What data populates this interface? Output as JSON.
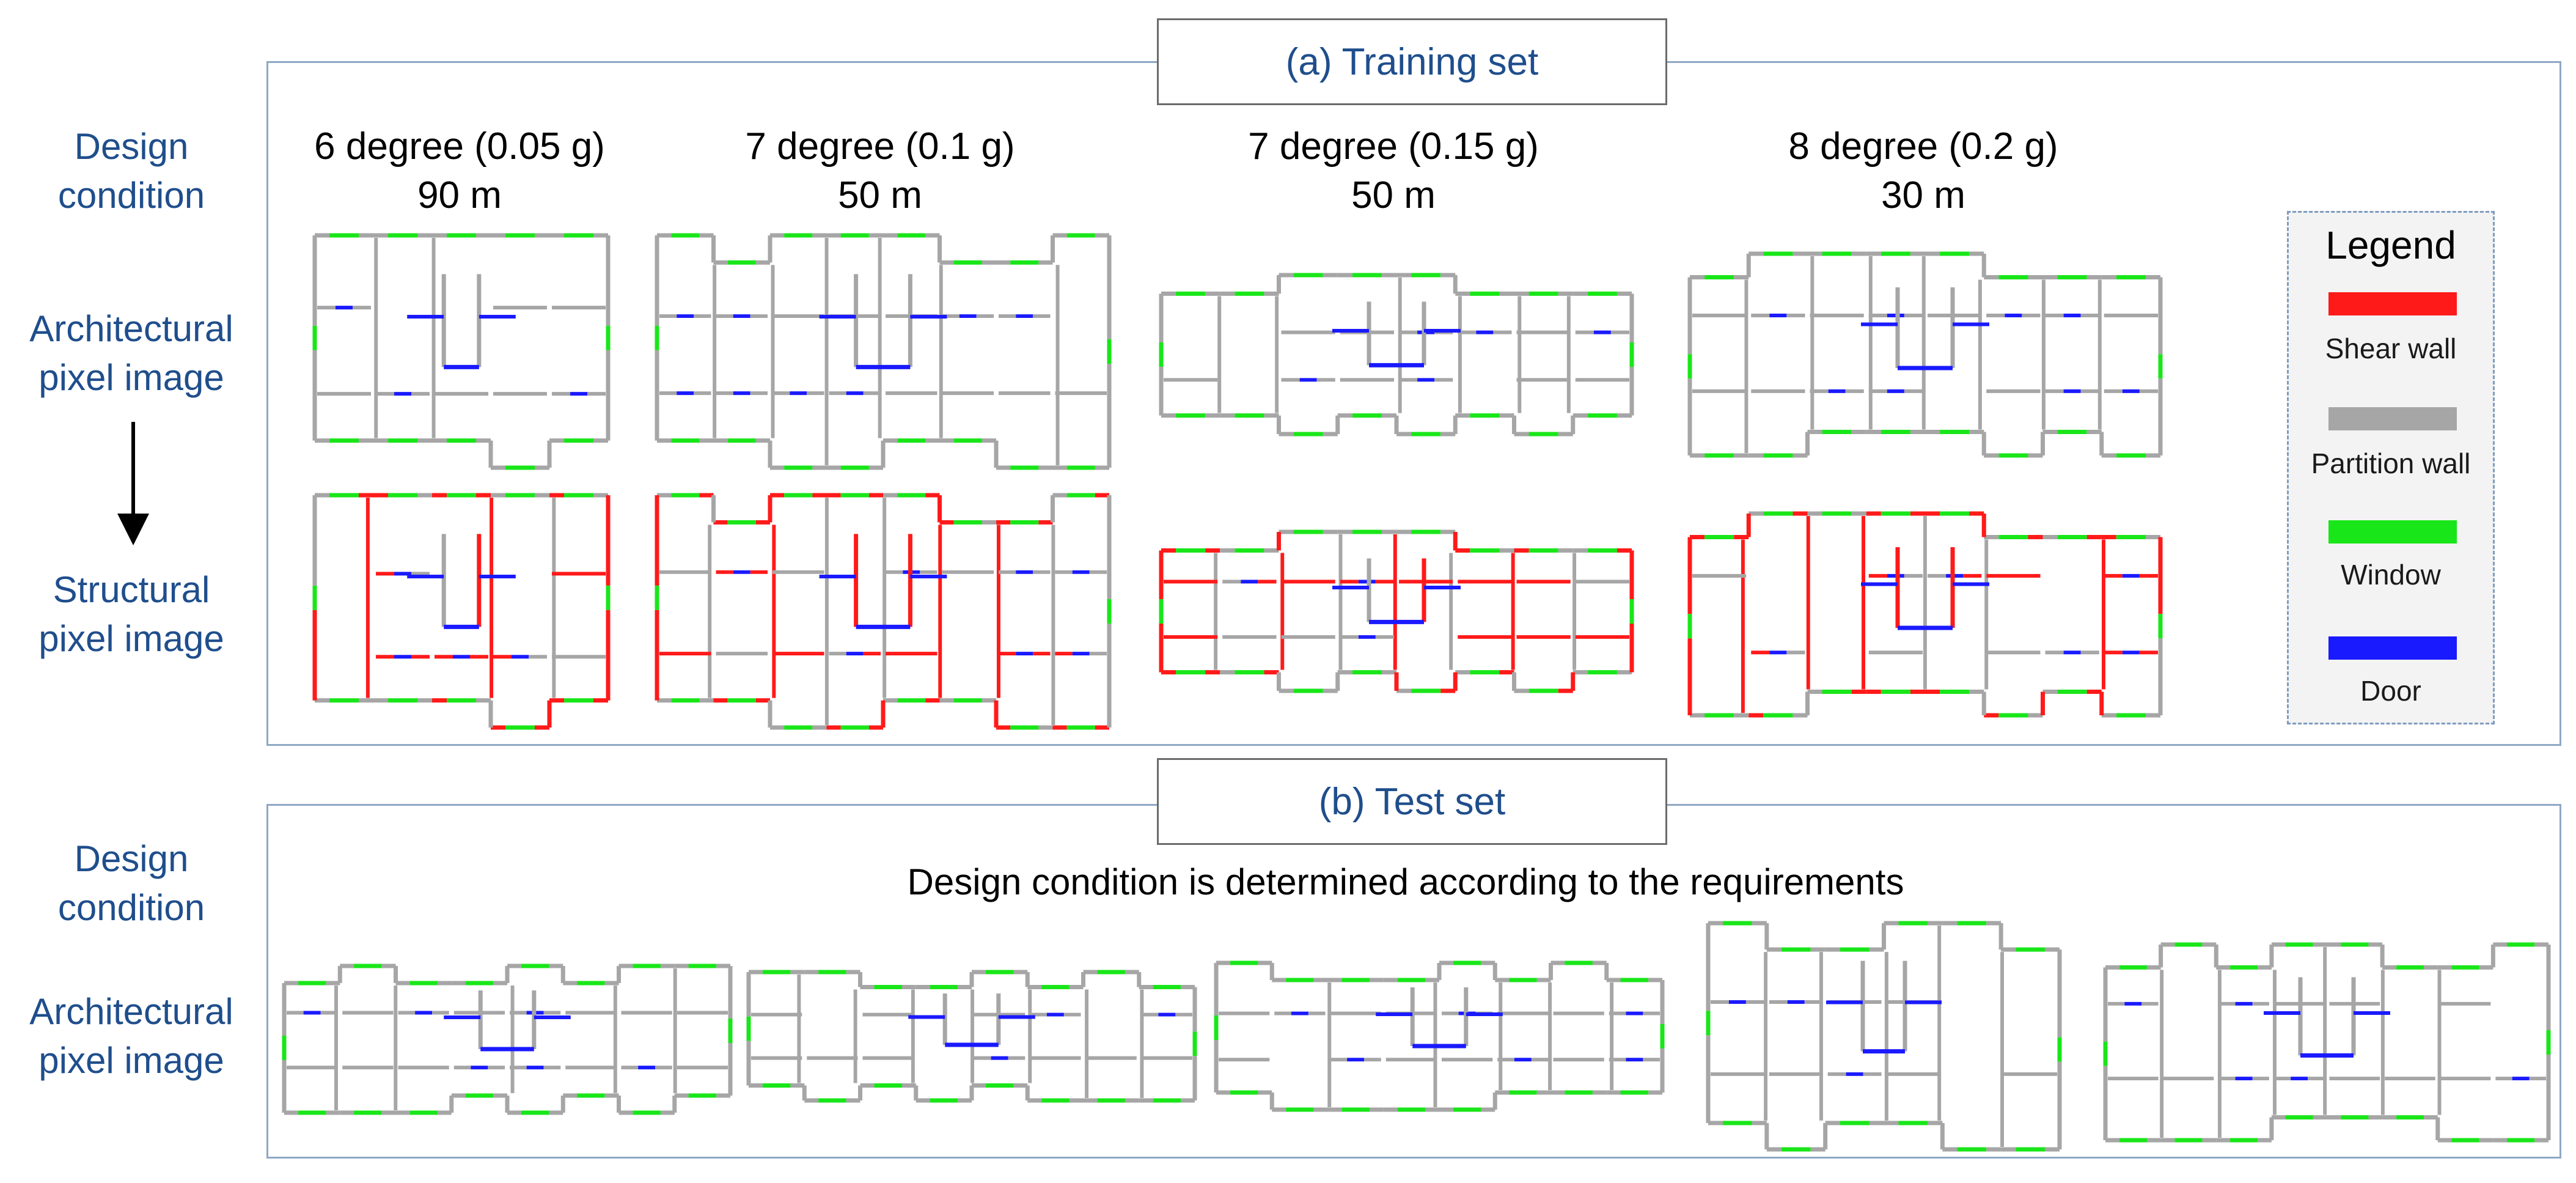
{
  "colors": {
    "shear_wall": "#ff1a1a",
    "partition_wall": "#a6a6a6",
    "window": "#19e619",
    "door": "#1a1aff",
    "label_blue": "#1f4e8c",
    "frame_border": "#8fa7c4"
  },
  "training": {
    "title": "(a) Training set",
    "side_labels": {
      "design_condition_1": "Design",
      "design_condition_2": "condition",
      "architectural_1": "Architectural",
      "architectural_2": "pixel image",
      "structural_1": "Structural",
      "structural_2": "pixel image"
    },
    "conditions": [
      {
        "intensity": "6 degree (0.05 g)",
        "height": "90 m"
      },
      {
        "intensity": "7 degree (0.1 g)",
        "height": "50 m"
      },
      {
        "intensity": "7 degree (0.15 g)",
        "height": "50 m"
      },
      {
        "intensity": "8 degree (0.2 g)",
        "height": "30 m"
      }
    ]
  },
  "legend": {
    "title": "Legend",
    "items": [
      {
        "label": "Shear wall",
        "color": "#ff1a1a"
      },
      {
        "label": "Partition wall",
        "color": "#a6a6a6"
      },
      {
        "label": "Window",
        "color": "#19e619"
      },
      {
        "label": "Door",
        "color": "#1a1aff"
      }
    ]
  },
  "test": {
    "title": "(b) Test set",
    "side_labels": {
      "design_condition_1": "Design",
      "design_condition_2": "condition",
      "architectural_1": "Architectural",
      "architectural_2": "pixel image"
    },
    "condition_text": "Design condition is determined according to the requirements"
  }
}
